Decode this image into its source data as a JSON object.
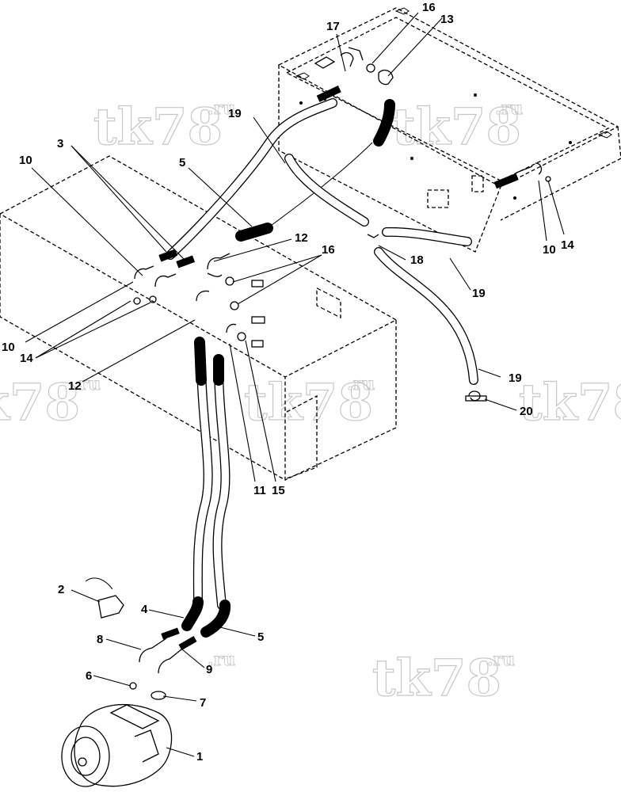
{
  "watermarks": [
    {
      "text": "tk78",
      "sup": ".ru"
    },
    {
      "text": "tk78",
      "sup": ".ru"
    },
    {
      "text": "tk78",
      "sup": ".ru"
    },
    {
      "text": "tk78",
      "sup": ".ru"
    },
    {
      "text": "tk78",
      "sup": ".ru"
    },
    {
      "text": "tk78",
      "sup": ".ru"
    }
  ],
  "callouts": [
    {
      "label": "1"
    },
    {
      "label": "2"
    },
    {
      "label": "3"
    },
    {
      "label": "4"
    },
    {
      "label": "5"
    },
    {
      "label": "5"
    },
    {
      "label": "6"
    },
    {
      "label": "7"
    },
    {
      "label": "8"
    },
    {
      "label": "9"
    },
    {
      "label": "10"
    },
    {
      "label": "10"
    },
    {
      "label": "10"
    },
    {
      "label": "11"
    },
    {
      "label": "12"
    },
    {
      "label": "12"
    },
    {
      "label": "13"
    },
    {
      "label": "14"
    },
    {
      "label": "14"
    },
    {
      "label": "15"
    },
    {
      "label": "16"
    },
    {
      "label": "16"
    },
    {
      "label": "17"
    },
    {
      "label": "18"
    },
    {
      "label": "19"
    },
    {
      "label": "19"
    },
    {
      "label": "19"
    },
    {
      "label": "20"
    }
  ]
}
